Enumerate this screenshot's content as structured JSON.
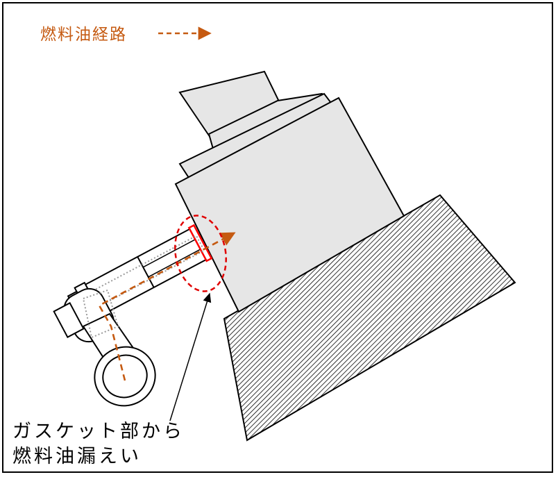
{
  "legend": {
    "label": "燃料油経路",
    "color": "#c55a11"
  },
  "callout": {
    "line1": "ガスケット部から",
    "line2": "燃料油漏えい"
  },
  "colors": {
    "block_fill": "#e6e6e6",
    "outline": "#000000",
    "leak_ring": "#e00000",
    "gasket_mark": "#ff0000",
    "hatch": "#000000"
  }
}
